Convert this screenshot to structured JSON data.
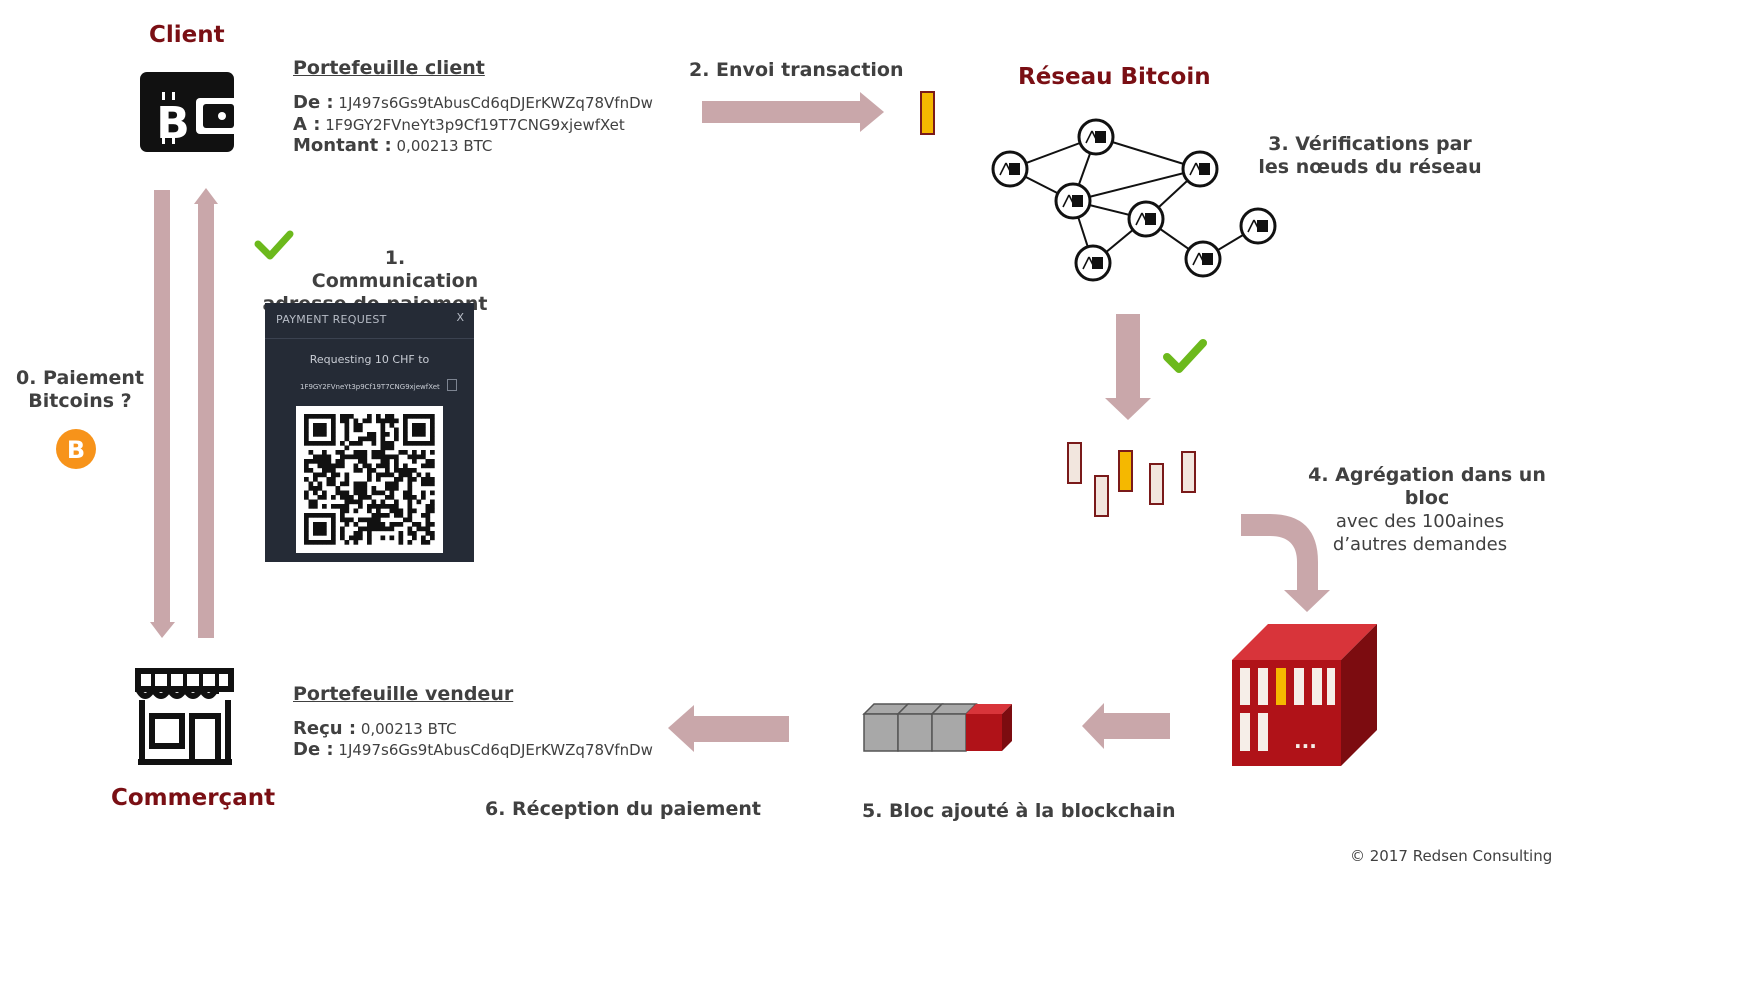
{
  "client": {
    "title": "Client",
    "wallet_title": "Portefeuille client",
    "from_label": "De :",
    "from_value": "1J497s6Gs9tAbusCd6qDJErKWZq78VfnDw",
    "to_label": "A :",
    "to_value": "1F9GY2FVneYt3p9Cf19T7CNG9xjewfXet",
    "amount_label": "Montant :",
    "amount_value": "0,00213 BTC"
  },
  "merchant": {
    "title": "Commerçant",
    "wallet_title": "Portefeuille vendeur",
    "received_label": "Reçu :",
    "received_value": "0,00213 BTC",
    "from_label": "De :",
    "from_value": "1J497s6Gs9tAbusCd6qDJErKWZq78VfnDw"
  },
  "steps": {
    "step0_line1": "0. Paiement",
    "step0_line2": "Bitcoins ?",
    "step1_line1": "1. Communication",
    "step1_line2": "adresse de paiement",
    "step2": "2. Envoi transaction",
    "step3_line1": "3. Vérifications par",
    "step3_line2": "les nœuds du réseau",
    "step4_line1": "4. Agrégation dans un bloc",
    "step4_line2": "avec des 100aines",
    "step4_line3": "d’autres demandes",
    "step5": "5. Bloc ajouté à la blockchain",
    "step6": "6. Réception du paiement"
  },
  "network": {
    "title": "Réseau Bitcoin"
  },
  "payment_request": {
    "title": "PAYMENT REQUEST",
    "close": "X",
    "requesting": "Requesting 10 CHF to",
    "address": "1F9GY2FVneYt3p9Cf19T7CNG9xjewfXet"
  },
  "block_dots": "...",
  "copyright": "© 2017 Redsen Consulting",
  "colors": {
    "title_red": "#7a0f14",
    "arrow_pink": "#c9a7aa",
    "gold": "#f5b800",
    "cream": "#f2e6de",
    "block_red": "#b01218",
    "check_green": "#6cb91c",
    "bitcoin_orange": "#f7931a"
  },
  "icons": [
    "wallet-bitcoin-icon",
    "shop-icon",
    "bitcoin-coin-icon",
    "check-icon",
    "network-node-icon",
    "qr-code-icon",
    "copy-icon"
  ]
}
